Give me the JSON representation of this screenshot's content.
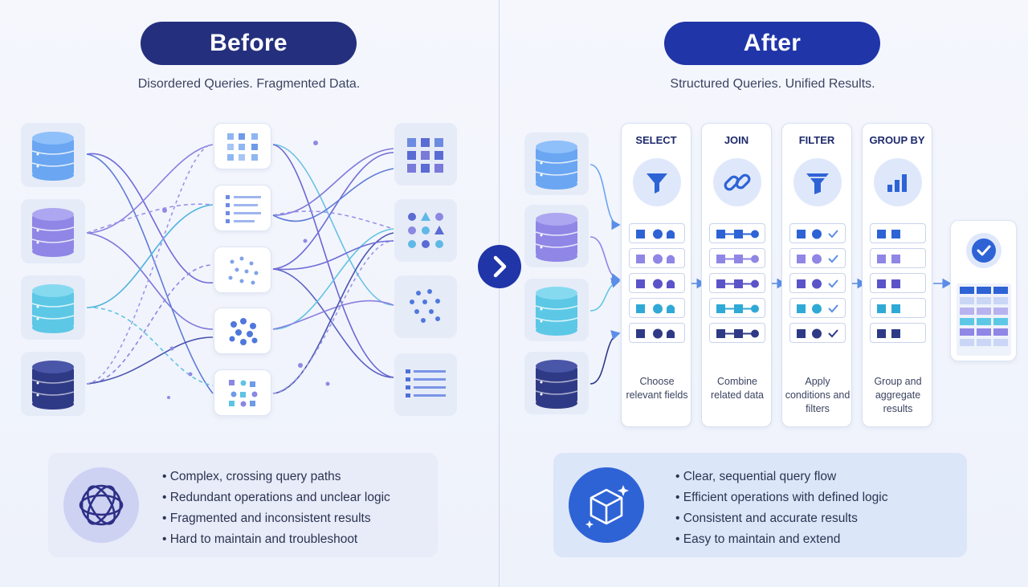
{
  "before": {
    "title": "Before",
    "subtitle": "Disordered Queries. Fragmented Data.",
    "bullets": [
      "Complex, crossing query paths",
      "Redundant operations and unclear logic",
      "Fragmented and inconsistent results",
      "Hard to maintain and troubleshoot"
    ]
  },
  "after": {
    "title": "After",
    "subtitle": "Structured Queries. Unified Results.",
    "steps": [
      {
        "title": "SELECT",
        "description": "Choose relevant fields",
        "icon": "funnel-icon"
      },
      {
        "title": "JOIN",
        "description": "Combine related data",
        "icon": "link-icon"
      },
      {
        "title": "FILTER",
        "description": "Apply conditions and filters",
        "icon": "filter-icon"
      },
      {
        "title": "GROUP BY",
        "description": "Group and aggregate results",
        "icon": "bar-chart-icon"
      }
    ],
    "bullets": [
      "Clear, sequential query flow",
      "Efficient operations with defined logic",
      "Consistent and accurate results",
      "Easy to maintain and extend"
    ]
  },
  "colors": {
    "before_pill": "#24307e",
    "after_pill": "#1f35a8",
    "db_blue": "#6aa6f2",
    "db_purple": "#8f86e6",
    "db_cyan": "#5cc8e6",
    "db_navy": "#2f3a86",
    "accent": "#2e63d6"
  },
  "icons": {
    "transition": "chevron-right-icon",
    "before_summary": "tangled-knot-icon",
    "after_summary": "cube-sparkle-icon",
    "result": "check-circle-icon",
    "database": "database-icon"
  }
}
